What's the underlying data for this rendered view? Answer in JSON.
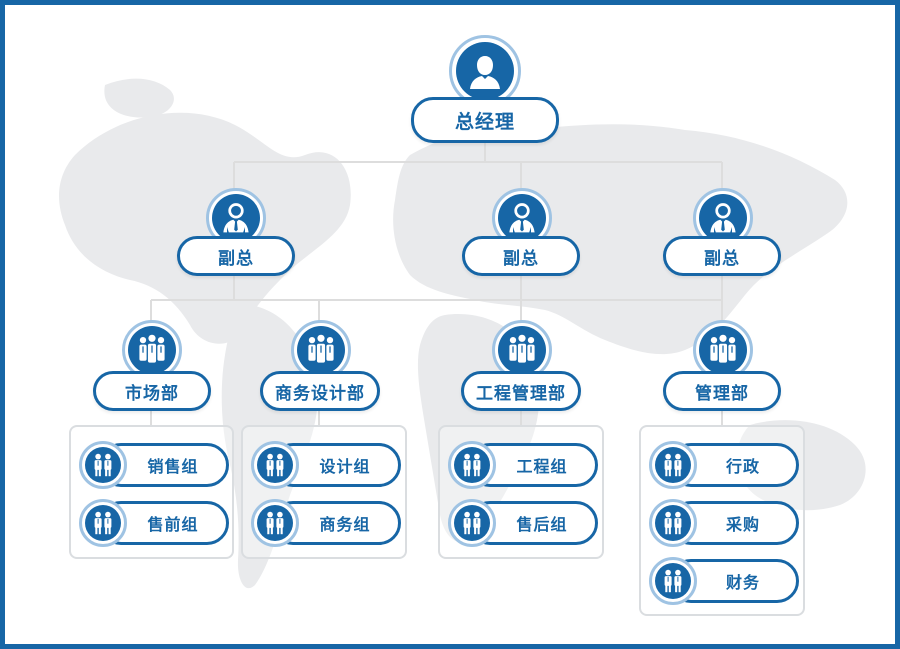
{
  "org": {
    "ceo": {
      "label": "总经理",
      "icon": "person-icon"
    },
    "vps": [
      {
        "label": "副总",
        "icon": "executive-icon"
      },
      {
        "label": "副总",
        "icon": "executive-icon"
      },
      {
        "label": "副总",
        "icon": "executive-icon"
      }
    ],
    "departments": [
      {
        "label": "市场部",
        "icon": "group-icon",
        "teams": [
          "销售组",
          "售前组"
        ]
      },
      {
        "label": "商务设计部",
        "icon": "group-icon",
        "teams": [
          "设计组",
          "商务组"
        ]
      },
      {
        "label": "工程管理部",
        "icon": "group-icon",
        "teams": [
          "工程组",
          "售后组"
        ]
      },
      {
        "label": "管理部",
        "icon": "group-icon",
        "teams": [
          "行政",
          "采购",
          "财务"
        ]
      }
    ],
    "team_icon": "team-icon"
  },
  "colors": {
    "primary": "#1766a6",
    "ring": "#9fc3e3",
    "border": "#1766a6",
    "group_border": "#dadde0",
    "map": "#e6e7e9",
    "connector": "#dddddd"
  }
}
